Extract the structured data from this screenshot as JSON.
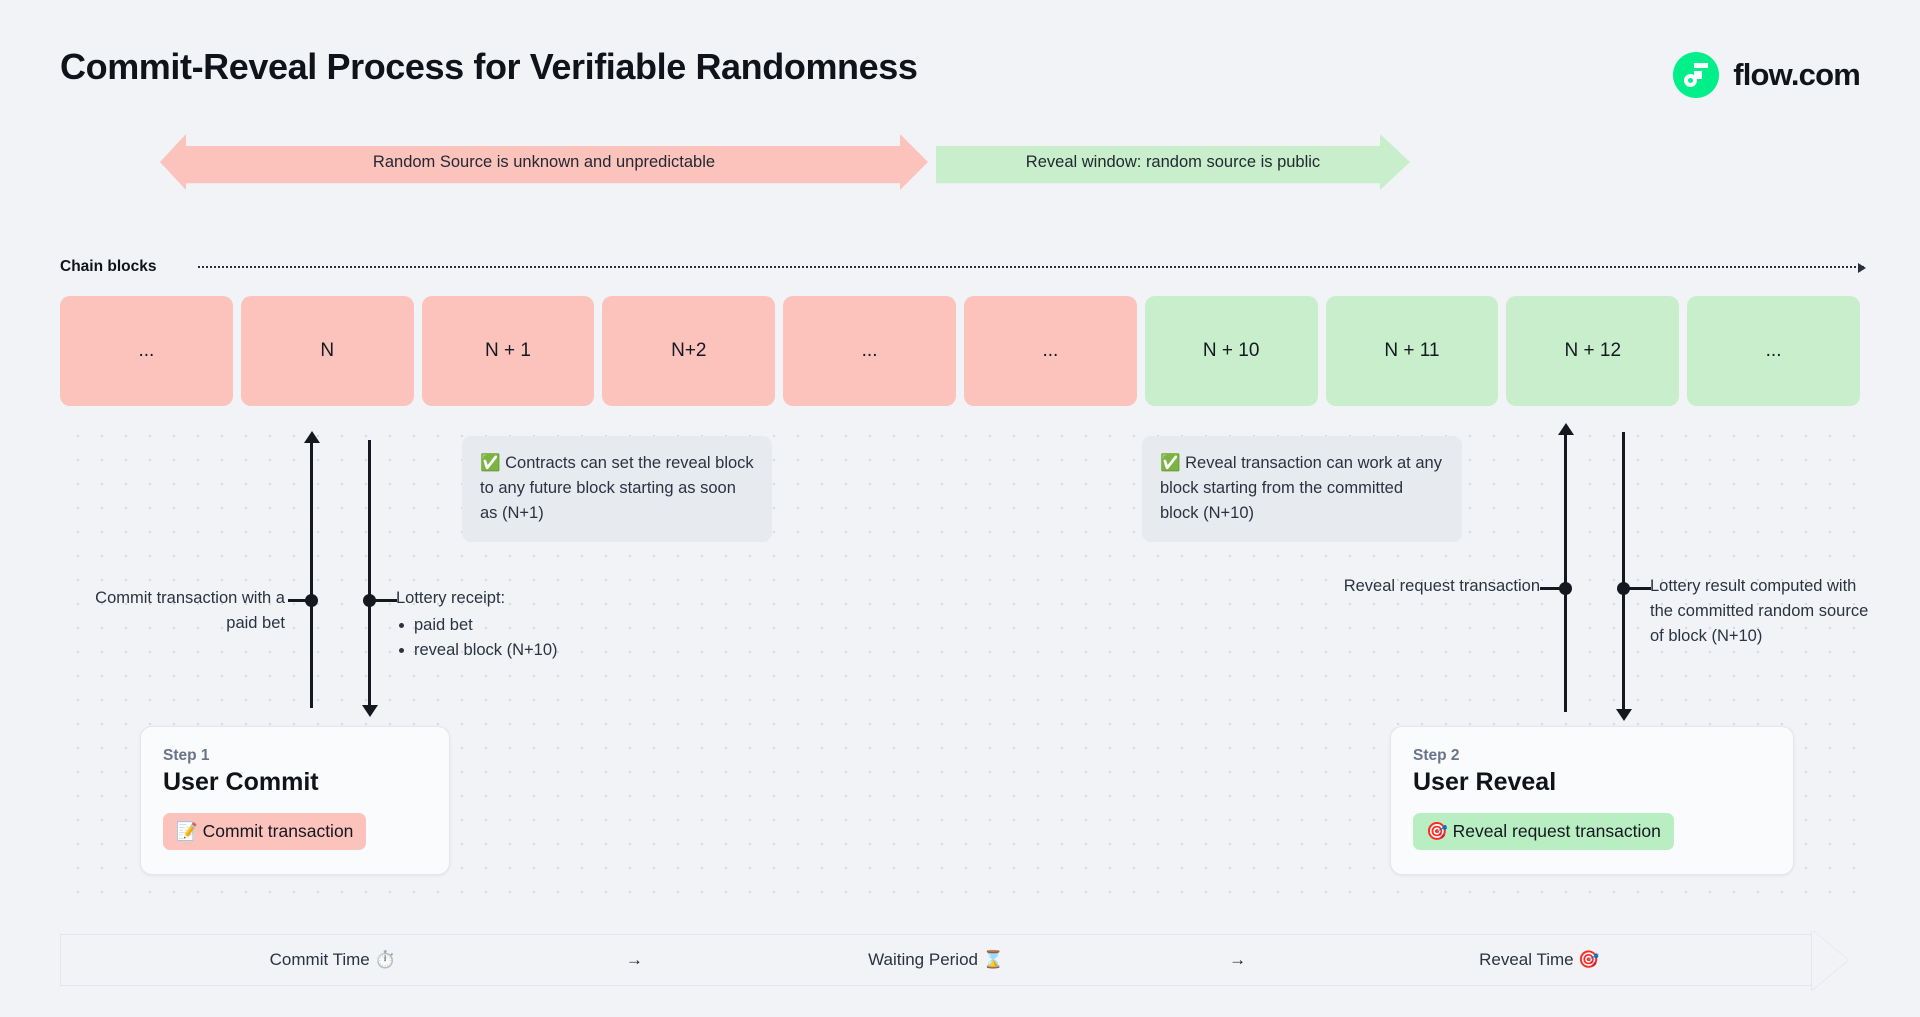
{
  "page": {
    "title": "Commit-Reveal Process for Verifiable Randomness",
    "background_color": "#f1f3f7"
  },
  "brand": {
    "name": "flow.com",
    "logo_icon": "flow-logo-icon",
    "accent_color": "#00ef8b"
  },
  "phase_arrows": [
    {
      "label": "Random Source is unknown and unpredictable",
      "color": "#fbc3bb",
      "direction": "double"
    },
    {
      "label": "Reveal window: random source is public",
      "color": "#c8eecb",
      "direction": "right"
    }
  ],
  "chain": {
    "label": "Chain blocks",
    "blocks": [
      {
        "label": "...",
        "state": "unrevealed"
      },
      {
        "label": "N",
        "state": "unrevealed"
      },
      {
        "label": "N + 1",
        "state": "unrevealed"
      },
      {
        "label": "N+2",
        "state": "unrevealed"
      },
      {
        "label": "...",
        "state": "unrevealed"
      },
      {
        "label": "...",
        "state": "unrevealed"
      },
      {
        "label": "N + 10",
        "state": "revealed"
      },
      {
        "label": "N + 11",
        "state": "revealed"
      },
      {
        "label": "N + 12",
        "state": "revealed"
      },
      {
        "label": "...",
        "state": "revealed"
      }
    ],
    "unrevealed_color": "#fbc3bb",
    "revealed_color": "#c8eecb"
  },
  "callouts": [
    {
      "icon": "check-mark-icon",
      "icon_glyph": "✅",
      "text": "Contracts can set the reveal block to any future block starting as soon as (N+1)"
    },
    {
      "icon": "check-mark-icon",
      "icon_glyph": "✅",
      "text": "Reveal transaction can work at any block starting from the committed block (N+10)"
    }
  ],
  "annotations": {
    "commit_label": "Commit transaction with a paid bet",
    "receipt_title": "Lottery receipt:",
    "receipt_items": [
      "paid bet",
      "reveal block (N+10)"
    ],
    "reveal_request_label": "Reveal request transaction",
    "result_label": "Lottery result computed with the committed random source of block (N+10)"
  },
  "steps": [
    {
      "step": "Step 1",
      "title": "User Commit",
      "action_icon": "memo-icon",
      "action_icon_glyph": "📝",
      "action_label": "Commit transaction",
      "action_color": "#fbc3bb"
    },
    {
      "step": "Step 2",
      "title": "User Reveal",
      "action_icon": "target-icon",
      "action_icon_glyph": "🎯",
      "action_label": "Reveal request transaction",
      "action_color": "#b9eec3"
    }
  ],
  "timeline": {
    "segments": [
      {
        "label": "Commit Time",
        "icon": "stopwatch-icon",
        "icon_glyph": "⏱️"
      },
      {
        "label": "Waiting Period",
        "icon": "hourglass-icon",
        "icon_glyph": "⌛"
      },
      {
        "label": "Reveal Time",
        "icon": "target-icon",
        "icon_glyph": "🎯"
      }
    ],
    "separator": "→"
  }
}
